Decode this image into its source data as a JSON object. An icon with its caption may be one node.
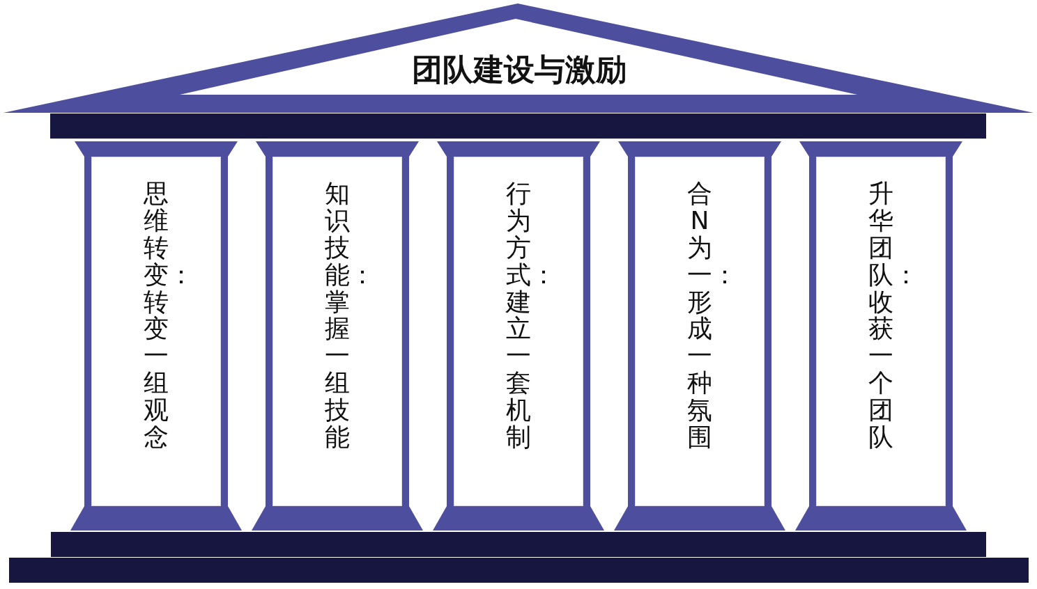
{
  "diagram": {
    "nodes": [
      {
        "text": [
          "团队建设与激励"
        ]
      },
      {
        "text": [
          "思维转变：转变一组观念"
        ]
      },
      {
        "text": [
          "知识技能：掌握一组技能"
        ]
      },
      {
        "text": [
          "行为方式：建立一套机制"
        ]
      },
      {
        "text": [
          "合N为一：形成一种氛围"
        ]
      },
      {
        "text": [
          "升华团队：收获一个团队"
        ]
      }
    ]
  }
}
